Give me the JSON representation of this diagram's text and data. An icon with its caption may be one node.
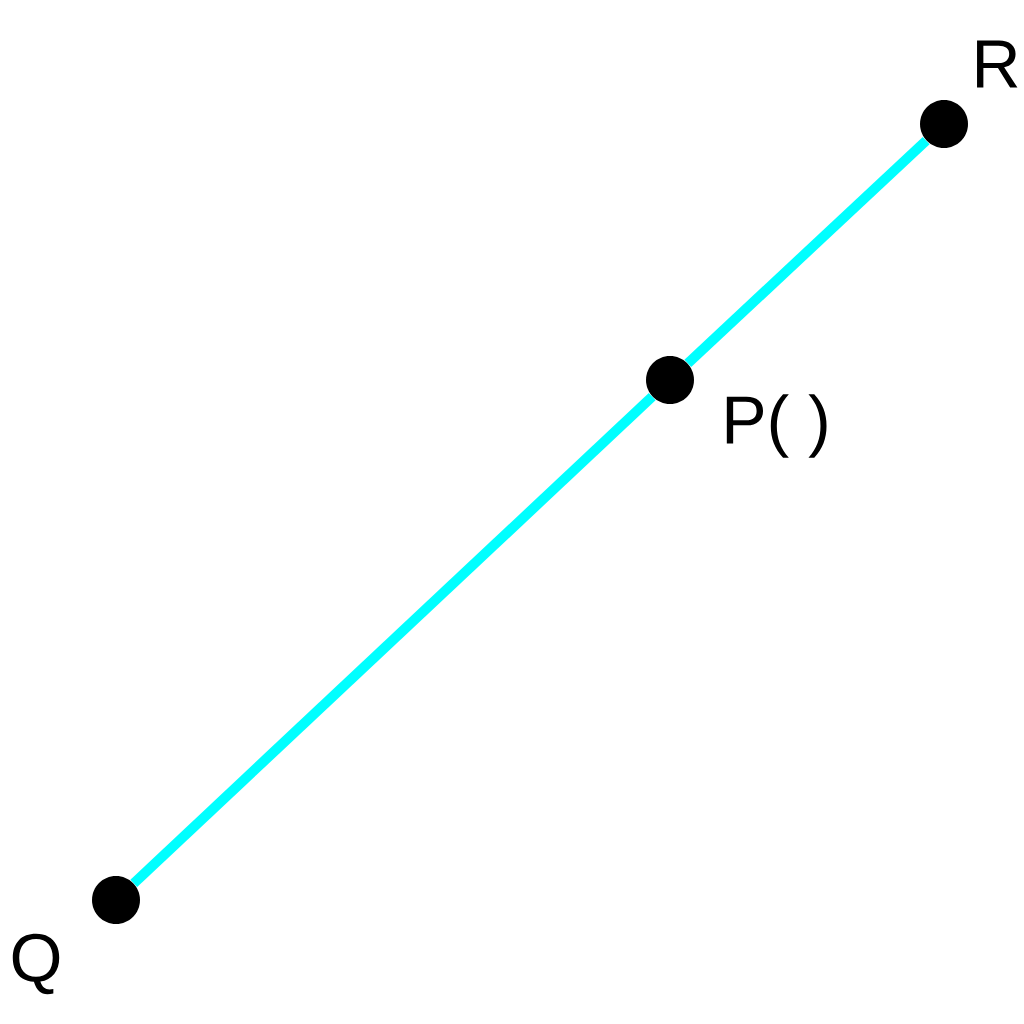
{
  "diagram": {
    "nodes": [
      {
        "text": [],
        "shape": "circle",
        "beside": [
          "Q"
        ]
      },
      {
        "text": [],
        "shape": "circle",
        "beside": [
          "P(  )"
        ]
      },
      {
        "text": [],
        "shape": "circle",
        "beside": [
          "R"
        ]
      }
    ],
    "edges": [
      {
        "from": 0,
        "to": 1,
        "arrow": "none",
        "color": "#00ffff"
      },
      {
        "from": 1,
        "to": 2,
        "arrow": "none",
        "color": "#00ffff"
      }
    ]
  }
}
